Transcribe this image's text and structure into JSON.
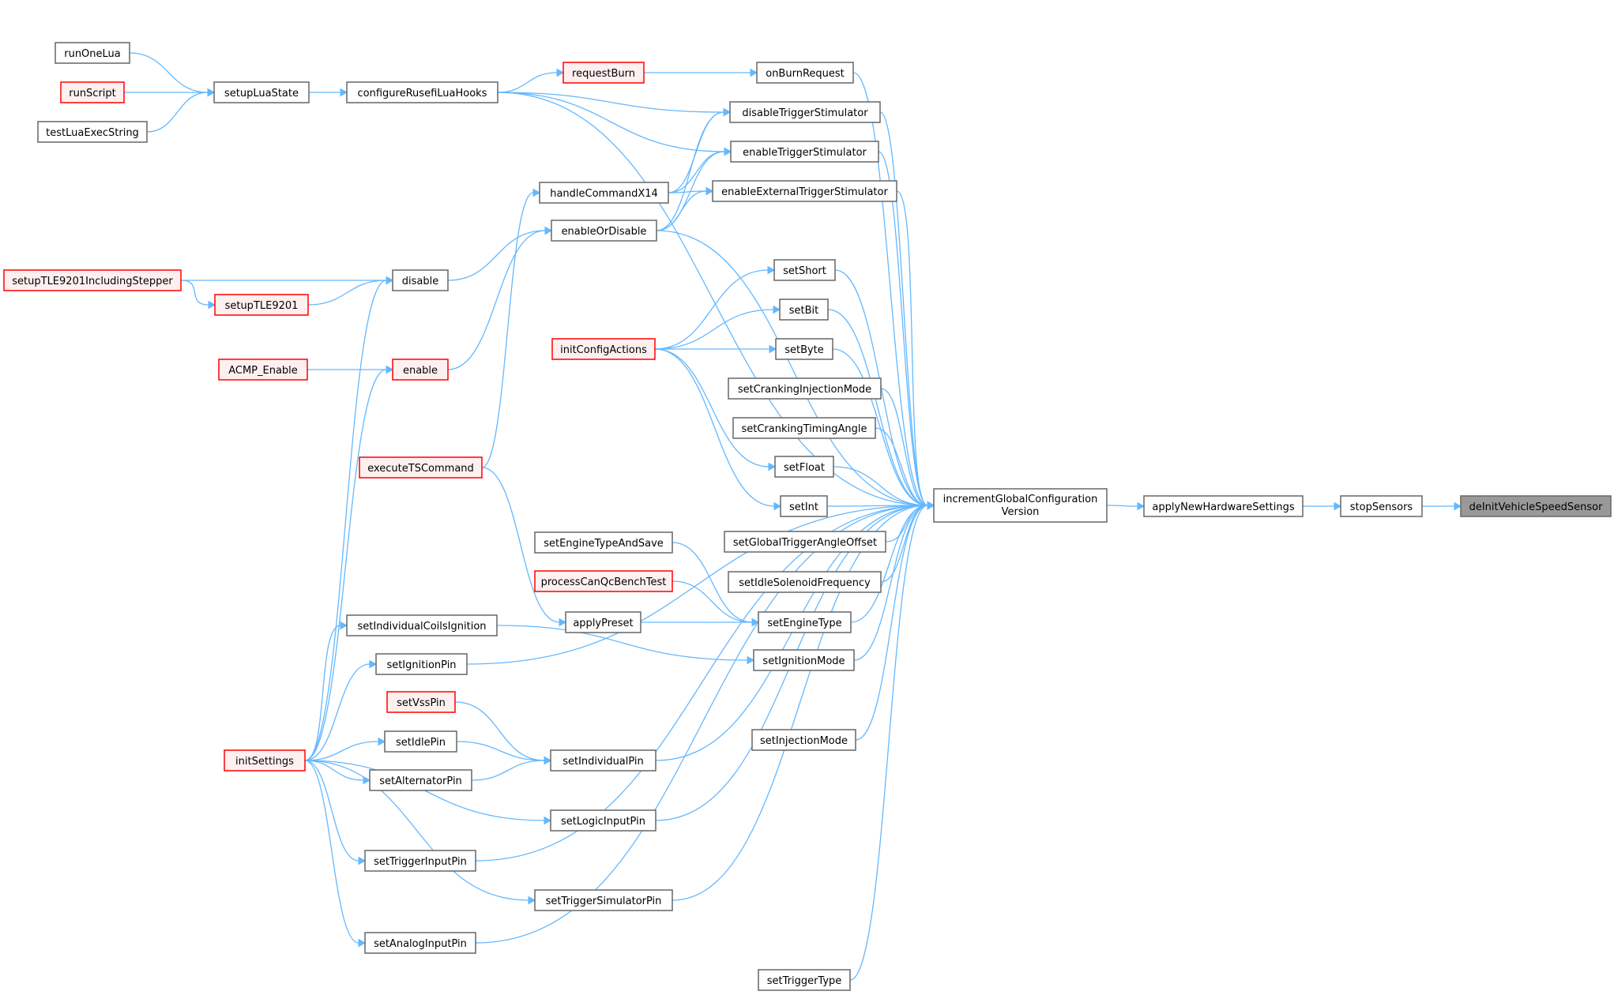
{
  "graph": {
    "nodes": [
      {
        "id": "deInitVehicleSpeedSensor",
        "label": "deInitVehicleSpeedSensor",
        "style": "focus"
      },
      {
        "id": "stopSensors",
        "label": "stopSensors",
        "style": "normal"
      },
      {
        "id": "applyNewHardwareSettings",
        "label": "applyNewHardwareSettings",
        "style": "normal"
      },
      {
        "id": "incrementGlobalConfigurationVersion",
        "label": "incrementGlobalConfiguration",
        "label2": "Version",
        "style": "normal"
      },
      {
        "id": "onBurnRequest",
        "label": "onBurnRequest",
        "style": "normal"
      },
      {
        "id": "requestBurn",
        "label": "requestBurn",
        "style": "red"
      },
      {
        "id": "configureRusefiLuaHooks",
        "label": "configureRusefiLuaHooks",
        "style": "normal"
      },
      {
        "id": "setupLuaState",
        "label": "setupLuaState",
        "style": "normal"
      },
      {
        "id": "runOneLua",
        "label": "runOneLua",
        "style": "normal"
      },
      {
        "id": "runScript",
        "label": "runScript",
        "style": "red"
      },
      {
        "id": "testLuaExecString",
        "label": "testLuaExecString",
        "style": "normal"
      },
      {
        "id": "disableTriggerStimulator",
        "label": "disableTriggerStimulator",
        "style": "normal"
      },
      {
        "id": "enableTriggerStimulator",
        "label": "enableTriggerStimulator",
        "style": "normal"
      },
      {
        "id": "enableExternalTriggerStimulator",
        "label": "enableExternalTriggerStimulator",
        "style": "normal"
      },
      {
        "id": "handleCommandX14",
        "label": "handleCommandX14",
        "style": "normal"
      },
      {
        "id": "enableOrDisable",
        "label": "enableOrDisable",
        "style": "normal"
      },
      {
        "id": "disable",
        "label": "disable",
        "style": "normal"
      },
      {
        "id": "setupTLE9201IncludingStepper",
        "label": "setupTLE9201IncludingStepper",
        "style": "red"
      },
      {
        "id": "setupTLE9201",
        "label": "setupTLE9201",
        "style": "red"
      },
      {
        "id": "enable",
        "label": "enable",
        "style": "red"
      },
      {
        "id": "ACMP_Enable",
        "label": "ACMP_Enable",
        "style": "red"
      },
      {
        "id": "executeTSCommand",
        "label": "executeTSCommand",
        "style": "red"
      },
      {
        "id": "setShort",
        "label": "setShort",
        "style": "normal"
      },
      {
        "id": "setBit",
        "label": "setBit",
        "style": "normal"
      },
      {
        "id": "setByte",
        "label": "setByte",
        "style": "normal"
      },
      {
        "id": "initConfigActions",
        "label": "initConfigActions",
        "style": "red"
      },
      {
        "id": "setCrankingInjectionMode",
        "label": "setCrankingInjectionMode",
        "style": "normal"
      },
      {
        "id": "setCrankingTimingAngle",
        "label": "setCrankingTimingAngle",
        "style": "normal"
      },
      {
        "id": "setFloat",
        "label": "setFloat",
        "style": "normal"
      },
      {
        "id": "setInt",
        "label": "setInt",
        "style": "normal"
      },
      {
        "id": "setGlobalTriggerAngleOffset",
        "label": "setGlobalTriggerAngleOffset",
        "style": "normal"
      },
      {
        "id": "setIdleSolenoidFrequency",
        "label": "setIdleSolenoidFrequency",
        "style": "normal"
      },
      {
        "id": "setEngineTypeAndSave",
        "label": "setEngineTypeAndSave",
        "style": "normal"
      },
      {
        "id": "processCanQcBenchTest",
        "label": "processCanQcBenchTest",
        "style": "red"
      },
      {
        "id": "applyPreset",
        "label": "applyPreset",
        "style": "normal"
      },
      {
        "id": "setEngineType",
        "label": "setEngineType",
        "style": "normal"
      },
      {
        "id": "setIndividualCoilsIgnition",
        "label": "setIndividualCoilsIgnition",
        "style": "normal"
      },
      {
        "id": "setIgnitionMode",
        "label": "setIgnitionMode",
        "style": "normal"
      },
      {
        "id": "setIgnitionPin",
        "label": "setIgnitionPin",
        "style": "normal"
      },
      {
        "id": "setVssPin",
        "label": "setVssPin",
        "style": "red"
      },
      {
        "id": "setInjectionMode",
        "label": "setInjectionMode",
        "style": "normal"
      },
      {
        "id": "setIdlePin",
        "label": "setIdlePin",
        "style": "normal"
      },
      {
        "id": "setIndividualPin",
        "label": "setIndividualPin",
        "style": "normal"
      },
      {
        "id": "initSettings",
        "label": "initSettings",
        "style": "red"
      },
      {
        "id": "setAlternatorPin",
        "label": "setAlternatorPin",
        "style": "normal"
      },
      {
        "id": "setLogicInputPin",
        "label": "setLogicInputPin",
        "style": "normal"
      },
      {
        "id": "setTriggerInputPin",
        "label": "setTriggerInputPin",
        "style": "normal"
      },
      {
        "id": "setTriggerSimulatorPin",
        "label": "setTriggerSimulatorPin",
        "style": "normal"
      },
      {
        "id": "setAnalogInputPin",
        "label": "setAnalogInputPin",
        "style": "normal"
      },
      {
        "id": "setTriggerType",
        "label": "setTriggerType",
        "style": "normal"
      }
    ],
    "edges": [
      {
        "from": "stopSensors",
        "to": "deInitVehicleSpeedSensor"
      },
      {
        "from": "applyNewHardwareSettings",
        "to": "stopSensors"
      },
      {
        "from": "incrementGlobalConfigurationVersion",
        "to": "applyNewHardwareSettings"
      },
      {
        "from": "configureRusefiLuaHooks",
        "to": "incrementGlobalConfigurationVersion"
      },
      {
        "from": "onBurnRequest",
        "to": "incrementGlobalConfigurationVersion"
      },
      {
        "from": "disableTriggerStimulator",
        "to": "incrementGlobalConfigurationVersion"
      },
      {
        "from": "enableTriggerStimulator",
        "to": "incrementGlobalConfigurationVersion"
      },
      {
        "from": "enableExternalTriggerStimulator",
        "to": "incrementGlobalConfigurationVersion"
      },
      {
        "from": "enableOrDisable",
        "to": "incrementGlobalConfigurationVersion"
      },
      {
        "from": "setShort",
        "to": "incrementGlobalConfigurationVersion"
      },
      {
        "from": "setBit",
        "to": "incrementGlobalConfigurationVersion"
      },
      {
        "from": "setByte",
        "to": "incrementGlobalConfigurationVersion"
      },
      {
        "from": "setCrankingInjectionMode",
        "to": "incrementGlobalConfigurationVersion"
      },
      {
        "from": "setCrankingTimingAngle",
        "to": "incrementGlobalConfigurationVersion"
      },
      {
        "from": "setFloat",
        "to": "incrementGlobalConfigurationVersion"
      },
      {
        "from": "setInt",
        "to": "incrementGlobalConfigurationVersion"
      },
      {
        "from": "setGlobalTriggerAngleOffset",
        "to": "incrementGlobalConfigurationVersion"
      },
      {
        "from": "setIdleSolenoidFrequency",
        "to": "incrementGlobalConfigurationVersion"
      },
      {
        "from": "setEngineType",
        "to": "incrementGlobalConfigurationVersion"
      },
      {
        "from": "setIgnitionMode",
        "to": "incrementGlobalConfigurationVersion"
      },
      {
        "from": "setIgnitionPin",
        "to": "incrementGlobalConfigurationVersion"
      },
      {
        "from": "setInjectionMode",
        "to": "incrementGlobalConfigurationVersion"
      },
      {
        "from": "setIndividualPin",
        "to": "incrementGlobalConfigurationVersion"
      },
      {
        "from": "setLogicInputPin",
        "to": "incrementGlobalConfigurationVersion"
      },
      {
        "from": "setTriggerInputPin",
        "to": "incrementGlobalConfigurationVersion"
      },
      {
        "from": "setTriggerSimulatorPin",
        "to": "incrementGlobalConfigurationVersion"
      },
      {
        "from": "setAnalogInputPin",
        "to": "incrementGlobalConfigurationVersion"
      },
      {
        "from": "setTriggerType",
        "to": "incrementGlobalConfigurationVersion"
      },
      {
        "from": "requestBurn",
        "to": "onBurnRequest"
      },
      {
        "from": "configureRusefiLuaHooks",
        "to": "requestBurn"
      },
      {
        "from": "setupLuaState",
        "to": "configureRusefiLuaHooks"
      },
      {
        "from": "runOneLua",
        "to": "setupLuaState"
      },
      {
        "from": "runScript",
        "to": "setupLuaState"
      },
      {
        "from": "testLuaExecString",
        "to": "setupLuaState"
      },
      {
        "from": "configureRusefiLuaHooks",
        "to": "disableTriggerStimulator"
      },
      {
        "from": "handleCommandX14",
        "to": "disableTriggerStimulator"
      },
      {
        "from": "enableOrDisable",
        "to": "disableTriggerStimulator"
      },
      {
        "from": "configureRusefiLuaHooks",
        "to": "enableTriggerStimulator"
      },
      {
        "from": "handleCommandX14",
        "to": "enableTriggerStimulator"
      },
      {
        "from": "enableOrDisable",
        "to": "enableTriggerStimulator"
      },
      {
        "from": "handleCommandX14",
        "to": "enableExternalTriggerStimulator"
      },
      {
        "from": "enableOrDisable",
        "to": "enableExternalTriggerStimulator"
      },
      {
        "from": "executeTSCommand",
        "to": "handleCommandX14"
      },
      {
        "from": "disable",
        "to": "enableOrDisable"
      },
      {
        "from": "enable",
        "to": "enableOrDisable"
      },
      {
        "from": "setupTLE9201IncludingStepper",
        "to": "disable"
      },
      {
        "from": "setupTLE9201",
        "to": "disable"
      },
      {
        "from": "initSettings",
        "to": "disable"
      },
      {
        "from": "setupTLE9201IncludingStepper",
        "to": "setupTLE9201"
      },
      {
        "from": "ACMP_Enable",
        "to": "enable"
      },
      {
        "from": "initSettings",
        "to": "enable"
      },
      {
        "from": "initConfigActions",
        "to": "setShort"
      },
      {
        "from": "initConfigActions",
        "to": "setBit"
      },
      {
        "from": "initConfigActions",
        "to": "setByte"
      },
      {
        "from": "initConfigActions",
        "to": "setFloat"
      },
      {
        "from": "initConfigActions",
        "to": "setInt"
      },
      {
        "from": "setEngineTypeAndSave",
        "to": "setEngineType"
      },
      {
        "from": "processCanQcBenchTest",
        "to": "setEngineType"
      },
      {
        "from": "applyPreset",
        "to": "setEngineType"
      },
      {
        "from": "executeTSCommand",
        "to": "applyPreset"
      },
      {
        "from": "setIndividualCoilsIgnition",
        "to": "setIgnitionMode"
      },
      {
        "from": "initSettings",
        "to": "setIndividualCoilsIgnition"
      },
      {
        "from": "initSettings",
        "to": "setIgnitionPin"
      },
      {
        "from": "setVssPin",
        "to": "setIndividualPin"
      },
      {
        "from": "setIdlePin",
        "to": "setIndividualPin"
      },
      {
        "from": "setAlternatorPin",
        "to": "setIndividualPin"
      },
      {
        "from": "initSettings",
        "to": "setIdlePin"
      },
      {
        "from": "initSettings",
        "to": "setAlternatorPin"
      },
      {
        "from": "initSettings",
        "to": "setLogicInputPin"
      },
      {
        "from": "initSettings",
        "to": "setTriggerInputPin"
      },
      {
        "from": "initSettings",
        "to": "setTriggerSimulatorPin"
      },
      {
        "from": "initSettings",
        "to": "setAnalogInputPin"
      }
    ]
  }
}
